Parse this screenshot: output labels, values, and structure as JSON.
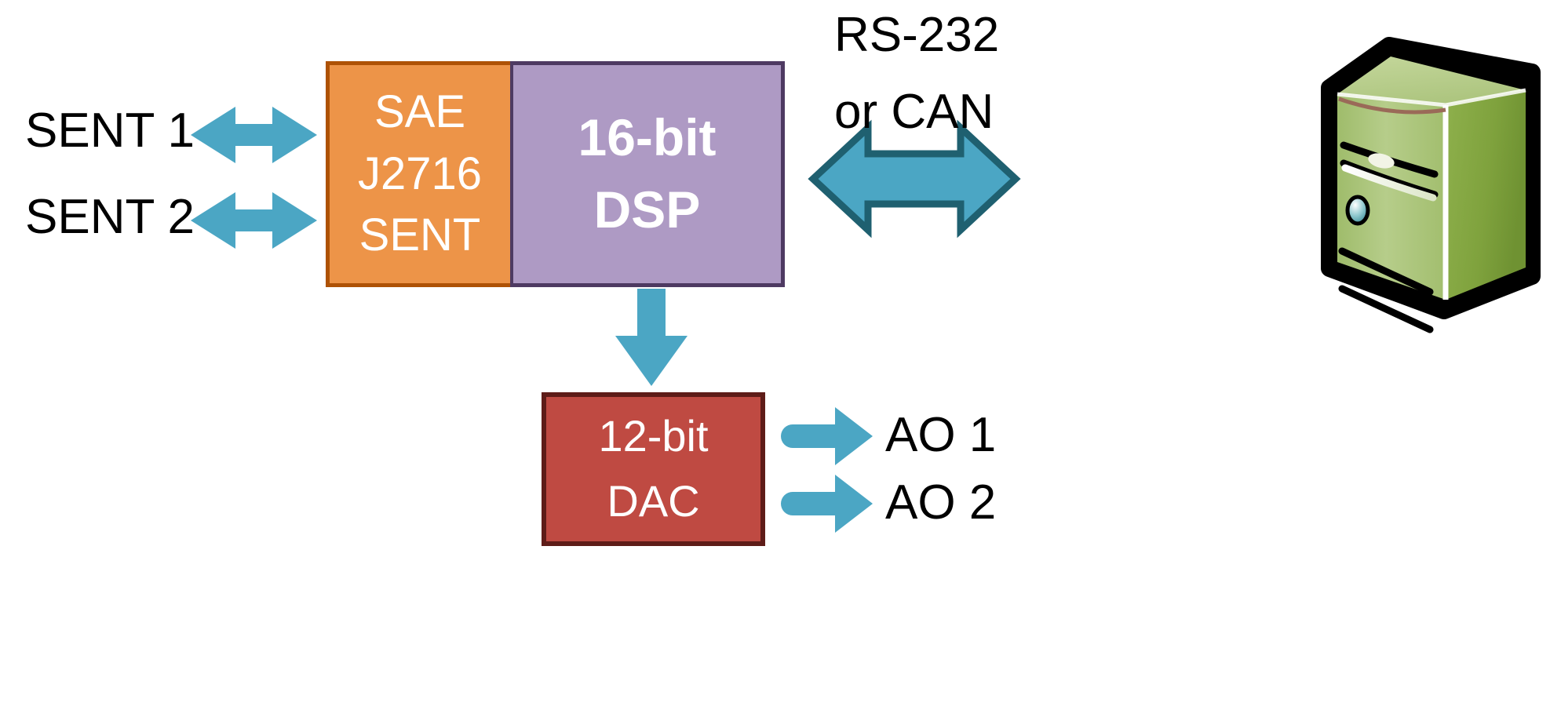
{
  "diagram": {
    "title": "SENT to DSP to DAC signal chain block diagram",
    "background": "#FFFFFF",
    "accent_arrow_color": "#4BA6C4",
    "accent_arrow_outline": "#1F6070"
  },
  "inputs": [
    {
      "label": "SENT 1",
      "icon": "double-arrow-icon"
    },
    {
      "label": "SENT 2",
      "icon": "double-arrow-icon"
    }
  ],
  "blocks": {
    "sae": {
      "lines": [
        "SAE",
        "J2716",
        "SENT"
      ],
      "fill": "#ED9448",
      "border": "#AE5206"
    },
    "dsp": {
      "lines": [
        "16-bit",
        "DSP"
      ],
      "fill": "#AE9AC4",
      "border": "#4E3A62"
    },
    "dac": {
      "lines": [
        "12-bit",
        "DAC"
      ],
      "fill": "#BF4A42",
      "border": "#5E1C18"
    }
  },
  "link": {
    "lines": [
      "RS-232",
      "or CAN"
    ],
    "icon": "double-arrow-icon"
  },
  "host": {
    "name": "server-tower",
    "body_fill": "#A8C373",
    "side_fill": "#7D9E3C",
    "outline": "#000000"
  },
  "outputs": [
    {
      "label": "AO 1",
      "icon": "right-arrow-icon"
    },
    {
      "label": "AO 2",
      "icon": "right-arrow-icon"
    }
  ]
}
